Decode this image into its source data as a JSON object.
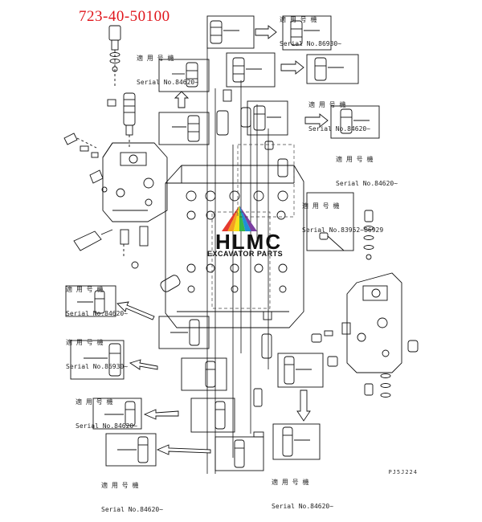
{
  "part_number": "723-40-50100",
  "drawing_code": "PJ5J224",
  "brand": {
    "title": "HLMC",
    "subtitle": "EXCAVATOR PARTS",
    "colors": [
      "#e63a2e",
      "#f4a020",
      "#f6e21a",
      "#38b54a",
      "#1e90d6",
      "#7b3fa0"
    ]
  },
  "serial_labels": [
    {
      "applicable": "適 用 号 機",
      "serial": "Serial No.86930~"
    },
    {
      "applicable": "適 用 号 機",
      "serial": "Serial No.84620~"
    },
    {
      "applicable": "適 用 号 機",
      "serial": "Serial No.84620~"
    },
    {
      "applicable": "適 用 号 機",
      "serial": "Serial No.84620~"
    },
    {
      "applicable": "適 用 号 機",
      "serial": "Serial No.83952~86929"
    },
    {
      "applicable": "適 用 号 機",
      "serial": "Serial No.84620~"
    },
    {
      "applicable": "適 用 号 機",
      "serial": "Serial No.86930~"
    },
    {
      "applicable": "適 用 号 機",
      "serial": "Serial No.84620~"
    },
    {
      "applicable": "適 用 号 機",
      "serial": "Serial No.84620~"
    },
    {
      "applicable": "適 用 号 機",
      "serial": "Serial No.84620~"
    }
  ]
}
